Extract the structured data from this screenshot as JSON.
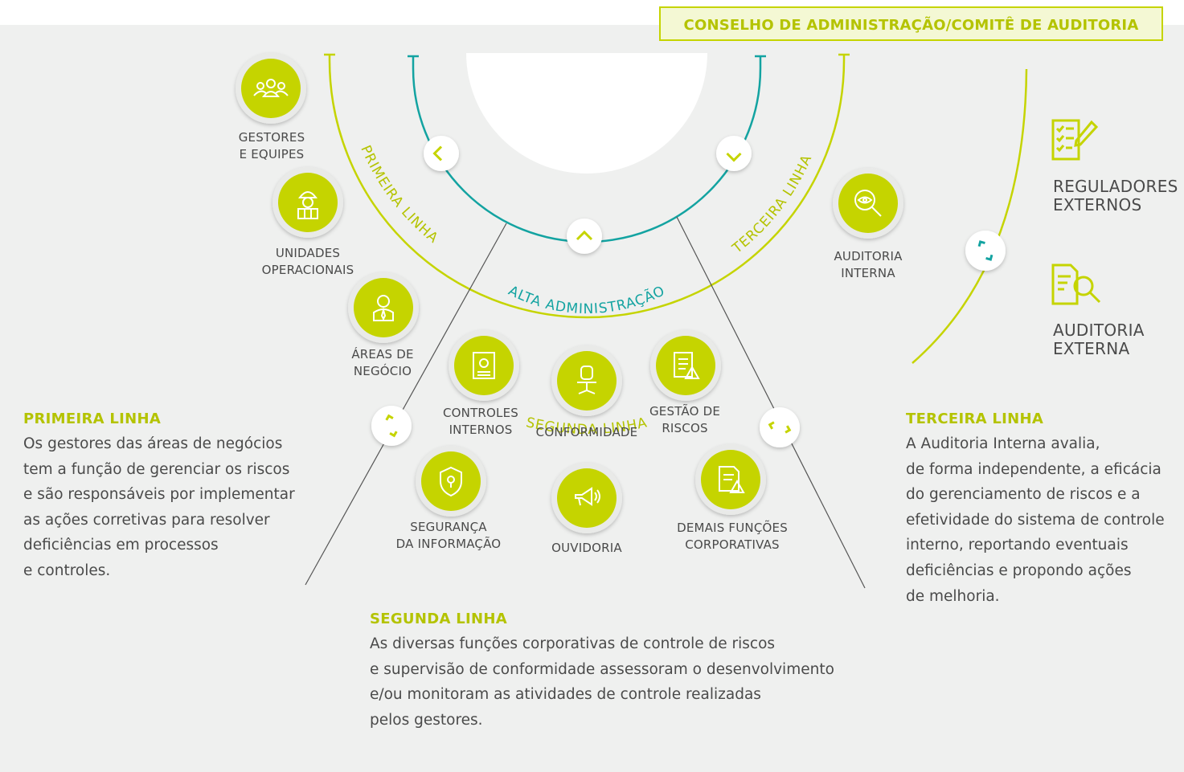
{
  "colors": {
    "lime": "#c5d400",
    "lime_text": "#b4c300",
    "teal": "#13a3a1",
    "background": "#eff0ef",
    "text": "#4a4a4a"
  },
  "board": {
    "label": "CONSELHO DE ADMINISTRAÇÃO/COMITÊ DE AUDITORIA"
  },
  "arcs": {
    "alta": "ALTA ADMINISTRAÇÃO",
    "primeira": "PRIMEIRA LINHA",
    "segunda": "SEGUNDA LINHA",
    "terceira": "TERCEIRA LINHA"
  },
  "nodes": {
    "gestores": {
      "label": "GESTORES\nE EQUIPES",
      "icon": "people-group-icon"
    },
    "unidades": {
      "label": "UNIDADES\nOPERACIONAIS",
      "icon": "worker-helmet-icon"
    },
    "areas": {
      "label": "ÁREAS DE\nNEGÓCIO",
      "icon": "business-person-icon"
    },
    "controles": {
      "label": "CONTROLES\nINTERNOS",
      "icon": "document-gear-icon"
    },
    "conformidade": {
      "label": "CONFORMIDADE",
      "icon": "office-chair-icon"
    },
    "gestao": {
      "label": "GESTÃO DE\nRISCOS",
      "icon": "checklist-warning-icon"
    },
    "seguranca": {
      "label": "SEGURANÇA\nDA INFORMAÇÃO",
      "icon": "shield-lock-icon"
    },
    "ouvidoria": {
      "label": "OUVIDORIA",
      "icon": "megaphone-icon"
    },
    "demais": {
      "label": "DEMAIS FUNÇÕES\nCORPORATIVAS",
      "icon": "document-warning-icon"
    },
    "auditoria_interna": {
      "label": "AUDITORIA\nINTERNA",
      "icon": "magnifier-eye-icon"
    }
  },
  "external": {
    "reguladores": {
      "label": "REGULADORES\nEXTERNOS",
      "icon": "checklist-pen-icon"
    },
    "auditoria_externa": {
      "label": "AUDITORIA\nEXTERNA",
      "icon": "document-search-icon"
    }
  },
  "sections": {
    "primeira": {
      "title": "PRIMEIRA LINHA",
      "text": "Os gestores das áreas de negócios\ntem a função de gerenciar os riscos\ne são responsáveis por implementar\nas ações corretivas para resolver\ndeficiências em processos\ne controles."
    },
    "segunda": {
      "title": "SEGUNDA LINHA",
      "text": "As diversas funções corporativas de controle de riscos\ne supervisão de conformidade assessoram o desenvolvimento\ne/ou monitoram as atividades de controle realizadas\npelos gestores."
    },
    "terceira": {
      "title": "TERCEIRA LINHA",
      "text": "A Auditoria Interna avalia,\nde forma independente, a eficácia\ndo gerenciamento de riscos e a\nefetividade do sistema de controle\ninterno, reportando eventuais\ndeficiências e propondo ações\nde melhoria."
    }
  }
}
